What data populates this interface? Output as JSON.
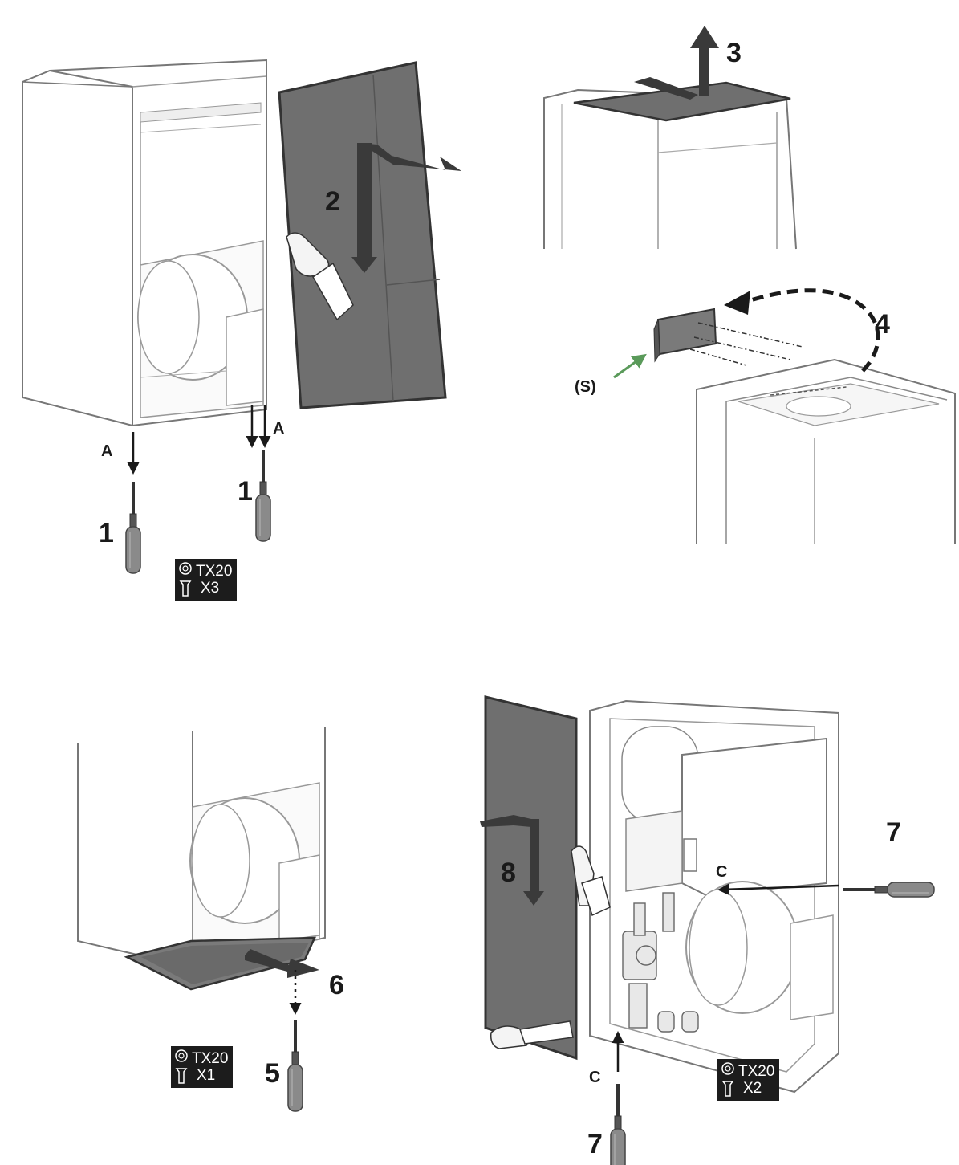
{
  "steps": {
    "s1": "1",
    "s2": "2",
    "s3": "3",
    "s4": "4",
    "s5": "5",
    "s6": "6",
    "s7": "7",
    "s8": "8"
  },
  "letters": {
    "a": "A",
    "c": "C",
    "s_label": "(S)"
  },
  "tools": [
    {
      "type": "TX20",
      "count": "X3"
    },
    {
      "type": "TX20",
      "count": "X1"
    },
    {
      "type": "TX20",
      "count": "X2"
    }
  ],
  "colors": {
    "panel": "#6f6f6f",
    "outline": "#555555",
    "badge": "#1c1c1c",
    "green_arrow": "#5a9a5a"
  },
  "icons": [
    "screwdriver-icon",
    "screw-icon",
    "hand-icon",
    "arrow-icon"
  ]
}
